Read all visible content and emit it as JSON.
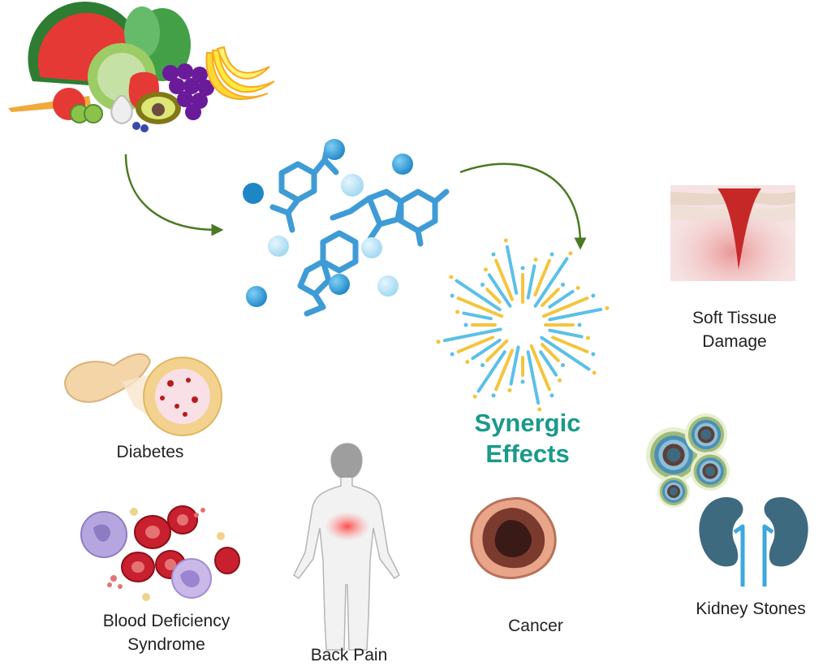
{
  "colors": {
    "arrow": "#4a7a23",
    "molecule": "#3f9bd6",
    "synergic_text": "#1a9a8a",
    "burst_yellow": "#f3c53e",
    "burst_blue": "#5bc0e8",
    "wound_red": "#c62828",
    "kidney": "#3e6a80",
    "rbc": "#c8202f"
  },
  "icons": [
    "fruits-vegetables-icon",
    "molecules-icon",
    "burst-icon",
    "wound-icon",
    "pancreas-icon",
    "blood-cells-icon",
    "body-icon",
    "tumor-icon",
    "stones-icon",
    "kidneys-icon"
  ],
  "center": {
    "line1": "Synergic",
    "line2": "Effects"
  },
  "labels": {
    "soft_tissue": {
      "line1": "Soft Tissue",
      "line2": "Damage"
    },
    "diabetes": "Diabetes",
    "blood": {
      "line1": "Blood Deficiency",
      "line2": "Syndrome"
    },
    "back_pain": "Back Pain",
    "cancer": "Cancer",
    "kidney": "Kidney Stones"
  }
}
